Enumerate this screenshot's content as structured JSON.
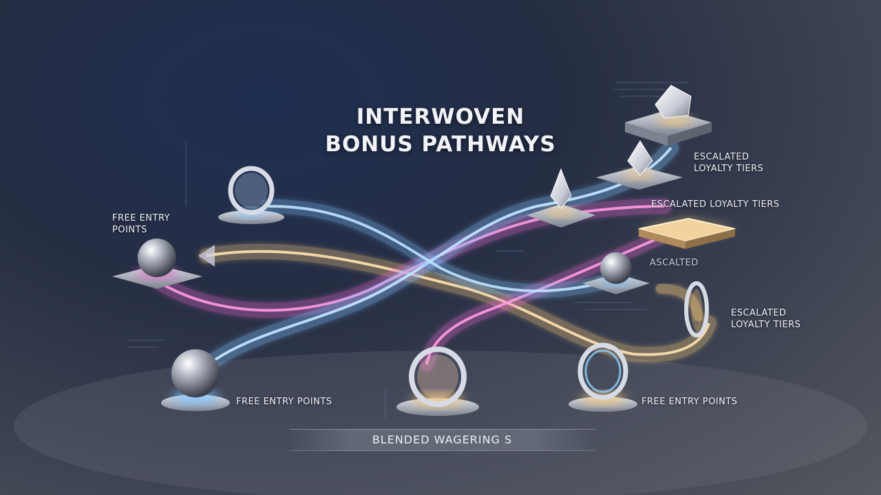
{
  "diagram": {
    "title_line1": "INTERWOVEN",
    "title_line2": "BONUS PATHWAYS",
    "labels": {
      "free_entry_left_line1": "FREE ENTRY",
      "free_entry_left_line2": "POINTS",
      "free_entry_bottom_left": "FREE ENTRY POINTS",
      "free_entry_bottom_right": "FREE ENTRY POINTS",
      "escalated_top_line1": "ESCALATED",
      "escalated_top_line2": "LOYALTY TIERS",
      "escalated_mid": "ESCALATED LOYALTY TIERS",
      "ascalted": "ASCALTED",
      "escalated_right_line1": "ESCALATED",
      "escalated_right_line2": "LOYALTY TIERS",
      "banner": "BLENDED WAGERING S"
    },
    "colors": {
      "blue_path": "#7fc4ff",
      "pink_path": "#f06ad0",
      "gold_path": "#f5c77a",
      "background": "#262e44"
    }
  }
}
